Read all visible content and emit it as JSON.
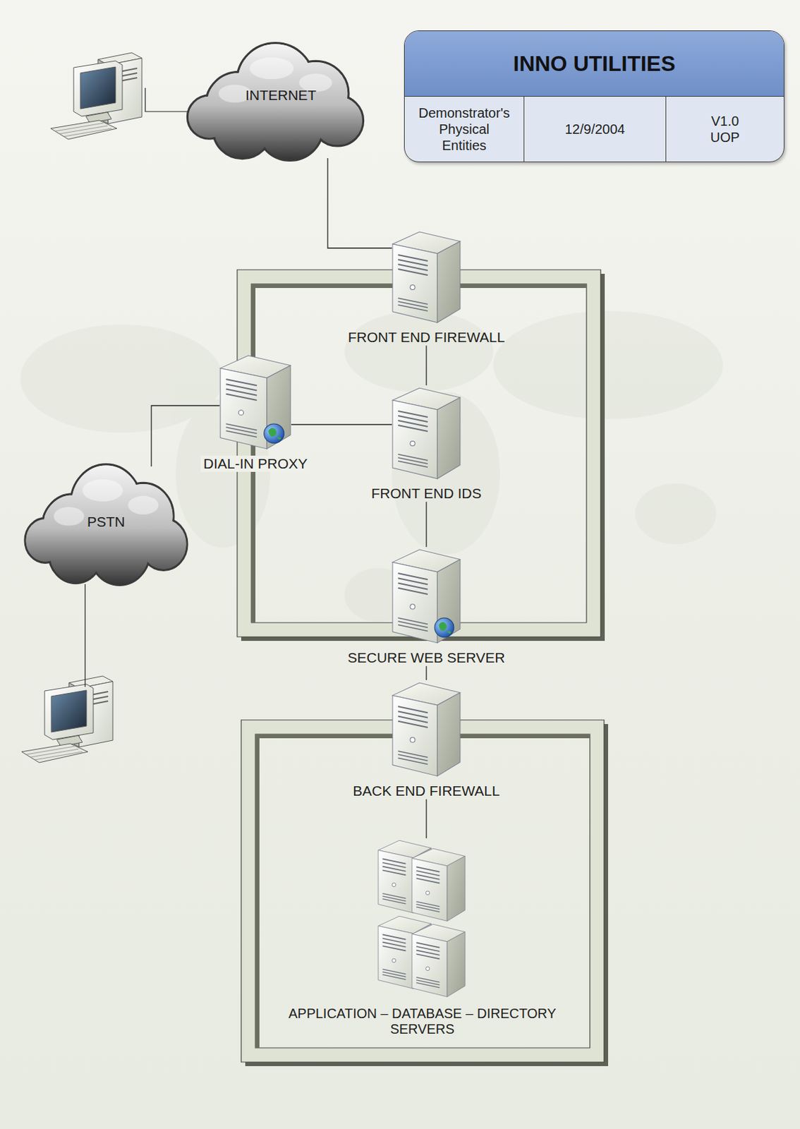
{
  "diagram": {
    "nodes": [
      {
        "text": [
          "INNO UTILITIES",
          "Demonstrator's Physical Entities",
          "12/9/2004",
          "V1.0 UOP"
        ]
      },
      {
        "text": [
          "INTERNET"
        ]
      },
      {
        "text": [
          "FRONT END FIREWALL"
        ]
      },
      {
        "text": [
          "DIAL-IN PROXY"
        ]
      },
      {
        "text": [
          "FRONT END IDS"
        ]
      },
      {
        "text": [
          "PSTN"
        ]
      },
      {
        "text": [
          "SECURE WEB SERVER"
        ]
      },
      {
        "text": [
          "BACK END FIREWALL"
        ]
      },
      {
        "text": [
          "APPLICATION – DATABASE – DIRECTORY SERVERS"
        ]
      }
    ],
    "edges": [
      {
        "from": 1,
        "to": 2,
        "arrow": "none"
      },
      {
        "from": 2,
        "to": 4,
        "arrow": "none"
      },
      {
        "from": 3,
        "to": 4,
        "arrow": "none"
      },
      {
        "from": 5,
        "to": 3,
        "arrow": "none"
      },
      {
        "from": 4,
        "to": 6,
        "arrow": "none"
      },
      {
        "from": 6,
        "to": 7,
        "arrow": "none"
      },
      {
        "from": 7,
        "to": 8,
        "arrow": "none"
      }
    ]
  }
}
